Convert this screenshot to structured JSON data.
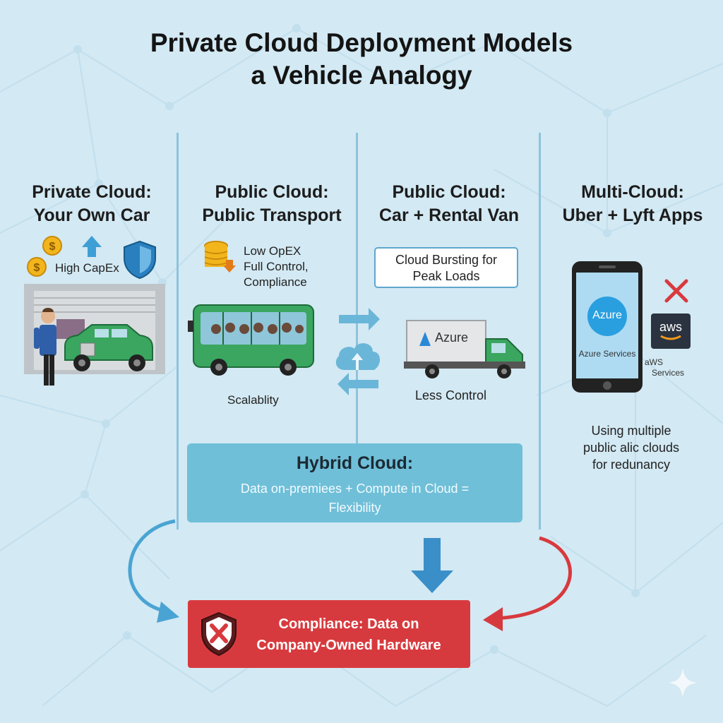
{
  "title_line1": "Private Cloud Deployment Models",
  "title_line2": "a Vehicle Analogy",
  "columns": [
    {
      "line1": "Private Cloud:",
      "line2": "Your Own Car"
    },
    {
      "line1": "Public Cloud:",
      "line2": "Public Transport"
    },
    {
      "line1": "Public Cloud:",
      "line2": "Car + Rental Van"
    },
    {
      "line1": "Multi-Cloud:",
      "line2": "Uber + Lyft Apps"
    }
  ],
  "private": {
    "capex": "High CapEx"
  },
  "public_transport": {
    "opex": "Low OpEX",
    "control": "Full Control,",
    "compliance": "Compliance",
    "scalability": "Scalablity"
  },
  "rental": {
    "bursting_line1": "Cloud Bursting for",
    "bursting_line2": "Peak Loads",
    "truck_label": "Azure",
    "less_control": "Less Control"
  },
  "multi": {
    "phone_label": "Azure",
    "phone_services": "Azure Services",
    "aws_logo": "aws",
    "aws_services_line1": "aWS",
    "aws_services_line2": "Services",
    "redundancy_line1": "Using multiple",
    "redundancy_line2": "public alic clouds",
    "redundancy_line3": "for redunancy"
  },
  "hybrid": {
    "title": "Hybrid Cloud:",
    "desc_line1": "Data on-premiees + Compute in Cloud =",
    "desc_line2": "Flexibility"
  },
  "compliance": {
    "line1": "Compliance: Data on",
    "line2": "Company-Owned Hardware"
  },
  "colors": {
    "background": "#d3e9f3",
    "divider": "#8ec3dd",
    "hybrid": "#6fbfd8",
    "compliance": "#d73a3e",
    "vehicle_green": "#3aa660",
    "arrow_blue": "#4aa4d3",
    "arrow_red": "#d73a3e"
  },
  "icons": [
    "coin-icon",
    "up-arrow-icon",
    "shield-icon",
    "garage-icon",
    "person-icon",
    "car-icon",
    "coin-stack-icon",
    "bus-icon",
    "cloud-sync-icon",
    "truck-icon",
    "smartphone-icon",
    "x-icon",
    "aws-logo-icon",
    "shield-x-icon",
    "sparkle-icon"
  ]
}
